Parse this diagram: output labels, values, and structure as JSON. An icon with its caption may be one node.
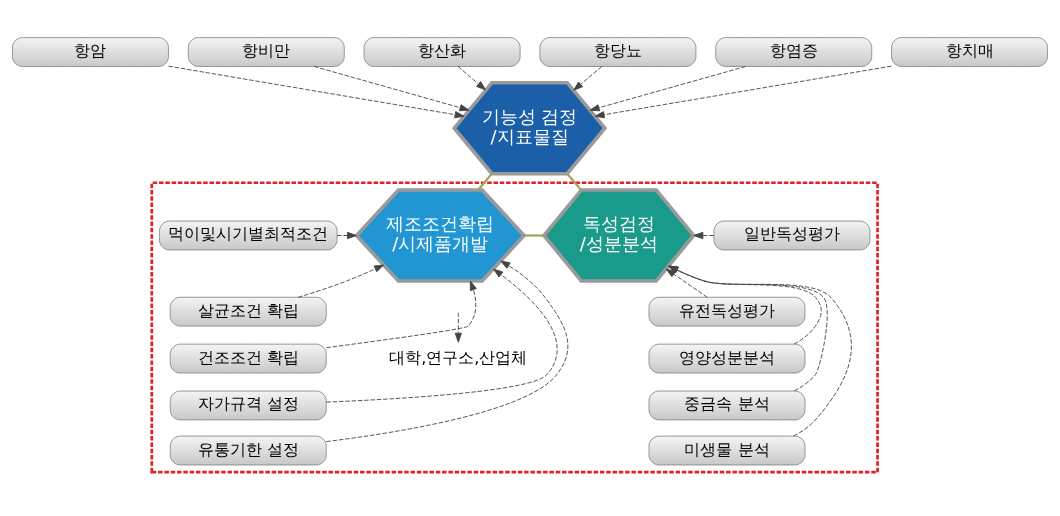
{
  "diagram": {
    "nodes": [
      {
        "text": [
          "항암"
        ]
      },
      {
        "text": [
          "항비만"
        ]
      },
      {
        "text": [
          "항산화"
        ]
      },
      {
        "text": [
          "항당뇨"
        ]
      },
      {
        "text": [
          "항염증"
        ]
      },
      {
        "text": [
          "항치매"
        ]
      },
      {
        "text": [
          "기능성 검정 /지표물질"
        ]
      },
      {
        "text": [],
        "shape": "box"
      },
      {
        "text": [
          "제조조건확립 /시제품개발"
        ],
        "in": 7
      },
      {
        "text": [
          "독성검정 /성분분석"
        ],
        "in": 7
      },
      {
        "text": [
          "먹이및시기별최적조건"
        ],
        "in": 7
      },
      {
        "text": [
          "살균조건 확립"
        ],
        "in": 7
      },
      {
        "text": [
          "건조조건 확립"
        ],
        "in": 7
      },
      {
        "text": [
          "자가규격 설정"
        ],
        "in": 7
      },
      {
        "text": [
          "유통기한 설정"
        ],
        "in": 7
      },
      {
        "text": [
          "일반독성평가"
        ],
        "in": 7
      },
      {
        "text": [
          "유전독성평가"
        ],
        "in": 7
      },
      {
        "text": [
          "영양성분분석"
        ],
        "in": 7
      },
      {
        "text": [
          "중금속 분석"
        ],
        "in": 7
      },
      {
        "text": [
          "미생물 분석"
        ],
        "in": 7
      },
      {
        "text": [
          "대학,연구소,산업체"
        ],
        "in": 7
      }
    ],
    "edges": [
      {
        "from": 0,
        "to": 6,
        "arrow": "to",
        "style": "dashed"
      },
      {
        "from": 1,
        "to": 6,
        "arrow": "to",
        "style": "dashed"
      },
      {
        "from": 2,
        "to": 6,
        "arrow": "to",
        "style": "dashed"
      },
      {
        "from": 3,
        "to": 6,
        "arrow": "to",
        "style": "dashed"
      },
      {
        "from": 4,
        "to": 6,
        "arrow": "to",
        "style": "dashed"
      },
      {
        "from": 5,
        "to": 6,
        "arrow": "to",
        "style": "dashed"
      },
      {
        "from": 6,
        "to": 8,
        "arrow": "none",
        "color": "#a3a35a"
      },
      {
        "from": 6,
        "to": 9,
        "arrow": "none",
        "color": "#a3a35a"
      },
      {
        "from": 8,
        "to": 9,
        "arrow": "none",
        "color": "#a3a35a"
      },
      {
        "from": 10,
        "to": 8,
        "arrow": "to",
        "style": "dashed"
      },
      {
        "from": 11,
        "to": 8,
        "arrow": "to",
        "style": "dashed"
      },
      {
        "from": 12,
        "to": 8,
        "arrow": "to",
        "style": "dashed"
      },
      {
        "from": 13,
        "to": 8,
        "arrow": "to",
        "style": "dashed"
      },
      {
        "from": 14,
        "to": 8,
        "arrow": "to",
        "style": "dashed"
      },
      {
        "from": 15,
        "to": 9,
        "arrow": "to",
        "style": "dashed"
      },
      {
        "from": 16,
        "to": 9,
        "arrow": "to",
        "style": "dashed"
      },
      {
        "from": 17,
        "to": 9,
        "arrow": "to",
        "style": "dashed"
      },
      {
        "from": 18,
        "to": 9,
        "arrow": "to",
        "style": "dashed"
      },
      {
        "from": 19,
        "to": 9,
        "arrow": "to",
        "style": "dashed"
      },
      {
        "from": null,
        "to": 20,
        "arrow": "to",
        "style": "dashed"
      }
    ]
  }
}
